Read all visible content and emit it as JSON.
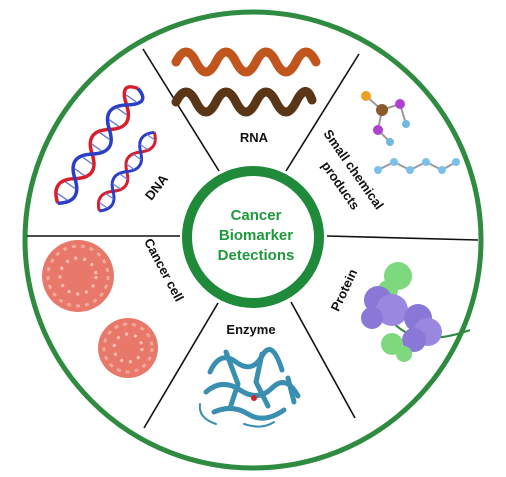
{
  "center": {
    "lines": [
      "Cancer",
      "Biomarker",
      "Detections"
    ],
    "text_color": "#1e9a3c",
    "ring_color": "#1e8a3a"
  },
  "segments": {
    "rna": "RNA",
    "small_chem_line1": "Small chemical",
    "small_chem_line2": "products",
    "protein": "Protein",
    "enzyme": "Enzyme",
    "cancer_cell": "Cancer cell",
    "dna": "DNA"
  },
  "colors": {
    "outer_ring": "#2e8b3f",
    "divider": "#111111",
    "rna_top": "#c0561e",
    "rna_bottom": "#5a3516",
    "dna_strand_red": "#d81e2a",
    "dna_strand_blue": "#2a3ec8",
    "cell": "#e8786a",
    "protein_purple": "#8a78d8",
    "protein_green": "#7ed87e",
    "enzyme": "#3a8fb0"
  }
}
